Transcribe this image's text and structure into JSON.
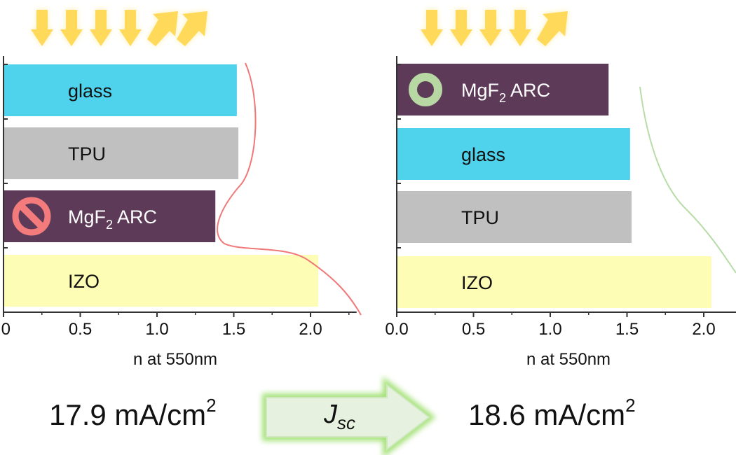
{
  "chart_data": [
    {
      "type": "bar",
      "orientation": "horizontal",
      "layers": [
        {
          "label": "glass",
          "n": 1.52,
          "color": "#4fd3ec",
          "text_color": "#111111"
        },
        {
          "label": "TPU",
          "n": 1.53,
          "color": "#c0c0c0",
          "text_color": "#111111"
        },
        {
          "label": "MgF2 ARC",
          "label_main": "MgF",
          "label_sub": "2",
          "label_tail": " ARC",
          "n": 1.38,
          "color": "#5e3a59",
          "text_color": "#ffffff",
          "badge": "prohibited-icon"
        },
        {
          "label": "IZO",
          "n": 2.05,
          "color": "#fdfdb6",
          "text_color": "#111111"
        }
      ],
      "xticks": [
        ".0",
        "0.5",
        "1.0",
        "1.5",
        "2.0"
      ],
      "xtick_values": [
        0,
        0.5,
        1.0,
        1.5,
        2.0
      ],
      "xlabel": "n at 550nm",
      "xlim": [
        0,
        2.3
      ],
      "light": {
        "down_arrows": 4,
        "reflected_arrows": 2
      },
      "reflectance_curve_color": "#f07878"
    },
    {
      "type": "bar",
      "orientation": "horizontal",
      "layers": [
        {
          "label": "MgF2 ARC",
          "label_main": "MgF",
          "label_sub": "2",
          "label_tail": " ARC",
          "n": 1.38,
          "color": "#5e3a59",
          "text_color": "#ffffff",
          "badge": "ring-icon"
        },
        {
          "label": "glass",
          "n": 1.52,
          "color": "#4fd3ec",
          "text_color": "#111111"
        },
        {
          "label": "TPU",
          "n": 1.53,
          "color": "#c0c0c0",
          "text_color": "#111111"
        },
        {
          "label": "IZO",
          "n": 2.05,
          "color": "#fdfdb6",
          "text_color": "#111111"
        }
      ],
      "xticks": [
        "0.0",
        "0.5",
        "1.0",
        "1.5",
        "2.0"
      ],
      "xtick_values": [
        0,
        0.5,
        1.0,
        1.5,
        2.0
      ],
      "xlabel": "n at 550nm",
      "xlim": [
        0,
        2.3
      ],
      "light": {
        "down_arrows": 4,
        "reflected_arrows": 1
      },
      "reflectance_curve_color": "#b8dca8"
    }
  ],
  "jsc": {
    "left_value": "17.9 mA/cm",
    "left_sup": "2",
    "right_value": "18.6 mA/cm",
    "right_sup": "2",
    "arrow_label_main": "J",
    "arrow_label_sub": "sc",
    "arrow_fill": "#e6f2df",
    "arrow_glow": "#a6e27a"
  },
  "colors": {
    "light_arrow": "#ffd95a",
    "light_glow": "#fff0b0",
    "axis": "#333333"
  }
}
